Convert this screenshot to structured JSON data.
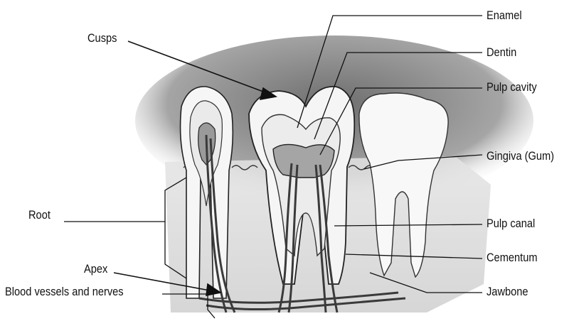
{
  "labels": {
    "enamel": "Enamel",
    "cusps": "Cusps",
    "dentin": "Dentin",
    "pulp_cavity": "Pulp cavity",
    "gingiva": "Gingiva (Gum)",
    "root": "Root",
    "pulp_canal": "Pulp canal",
    "cementum": "Cementum",
    "apex": "Apex",
    "blood_vessels": "Blood vessels and nerves",
    "jawbone": "Jawbone"
  },
  "colors": {
    "ink": "#111111",
    "gum_shadow": "#8f8f8f",
    "bone": "#dcdcdc",
    "tooth": "#f4f4f4"
  }
}
